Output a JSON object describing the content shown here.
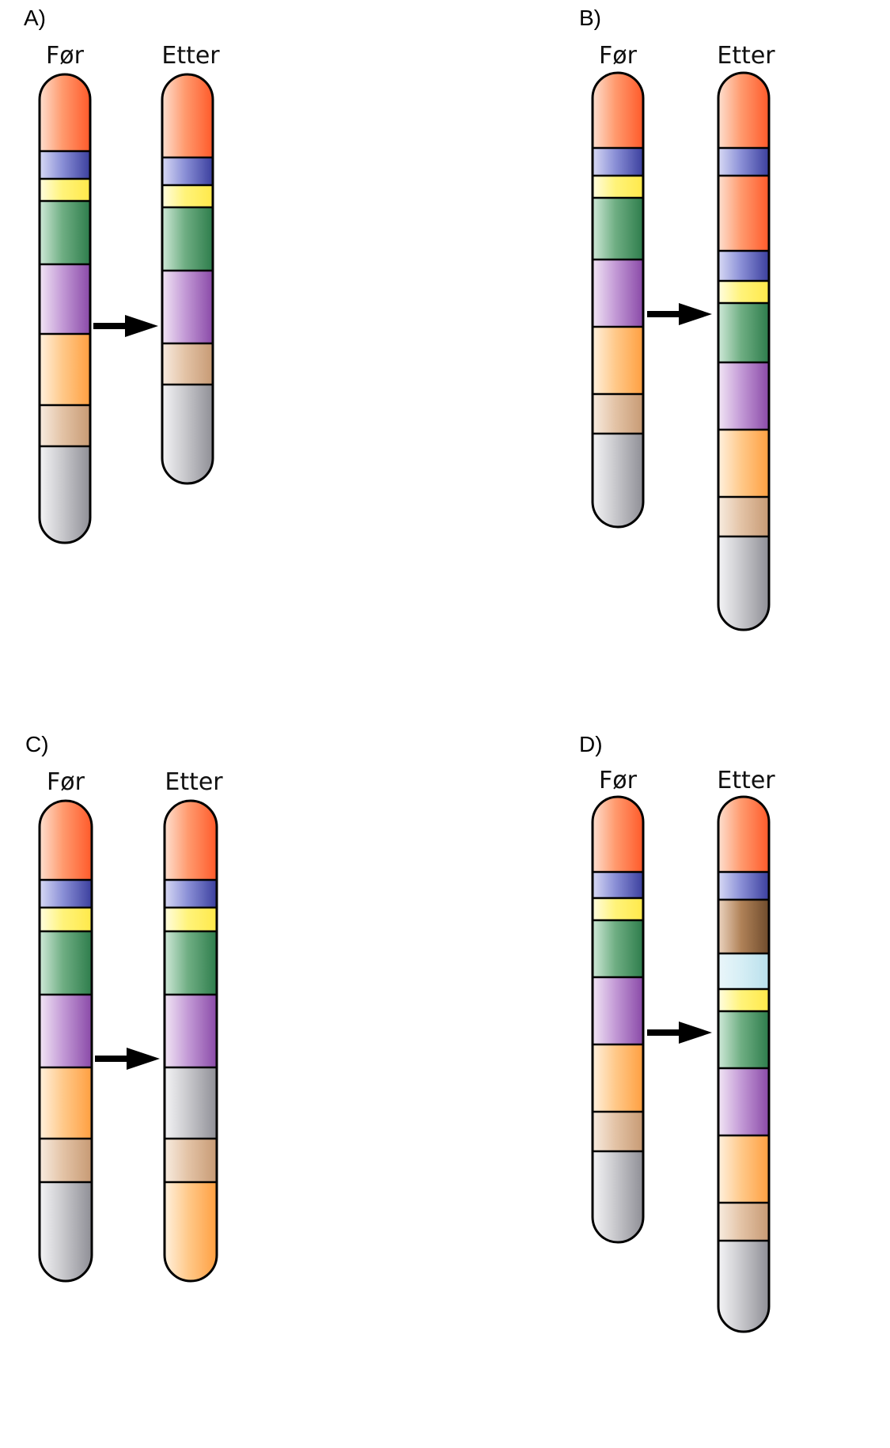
{
  "colors": {
    "red": [
      "#fde0d0",
      "#ff9a6e",
      "#ff5a2a"
    ],
    "blue": [
      "#d8daf5",
      "#8a8fd6",
      "#3b3f9e"
    ],
    "yellow": [
      "#fffde0",
      "#fff37a",
      "#ffe94a"
    ],
    "green": [
      "#cfe9d8",
      "#6fae83",
      "#2e7d4c"
    ],
    "purple": [
      "#f2e6f5",
      "#c39ad6",
      "#8a4aa8"
    ],
    "orange": [
      "#fff1de",
      "#ffc98a",
      "#ff9f40"
    ],
    "tan": [
      "#f8ece0",
      "#e3c3a6",
      "#c79a74"
    ],
    "gray": [
      "#f4f4f6",
      "#c8c8cc",
      "#8f8f96"
    ],
    "brown": [
      "#ecd4c0",
      "#b08258",
      "#6f4b2c"
    ],
    "lightblue": [
      "#eaf6fa",
      "#d6eef5",
      "#b9e0ec"
    ],
    "outline": "#000000"
  },
  "panels": [
    {
      "label": "A)",
      "before": {
        "label": "Før",
        "bands": [
          "red",
          "blue",
          "yellow",
          "green",
          "purple",
          "orange",
          "tan",
          "gray"
        ],
        "heights": [
          97,
          35,
          28,
          80,
          88,
          90,
          52,
          122
        ]
      },
      "after": {
        "label": "Etter",
        "bands": [
          "red",
          "blue",
          "yellow",
          "green",
          "purple",
          "tan",
          "gray"
        ],
        "heights": [
          105,
          35,
          28,
          80,
          92,
          52,
          125
        ]
      }
    },
    {
      "label": "B)",
      "before": {
        "label": "Før",
        "bands": [
          "red",
          "blue",
          "yellow",
          "green",
          "purple",
          "orange",
          "tan",
          "gray"
        ],
        "heights": [
          95,
          35,
          28,
          78,
          85,
          85,
          50,
          118
        ]
      },
      "after": {
        "label": "Etter",
        "bands": [
          "red",
          "blue",
          "red",
          "blue",
          "yellow",
          "green",
          "purple",
          "orange",
          "tan",
          "gray"
        ],
        "heights": [
          95,
          35,
          95,
          38,
          28,
          75,
          85,
          85,
          50,
          118
        ]
      }
    },
    {
      "label": "C)",
      "before": {
        "label": "Før",
        "bands": [
          "red",
          "blue",
          "yellow",
          "green",
          "purple",
          "orange",
          "tan",
          "gray"
        ],
        "heights": [
          100,
          35,
          30,
          80,
          92,
          90,
          55,
          125
        ]
      },
      "after": {
        "label": "Etter",
        "bands": [
          "red",
          "blue",
          "yellow",
          "green",
          "purple",
          "gray",
          "tan",
          "orange"
        ],
        "heights": [
          100,
          35,
          30,
          80,
          92,
          90,
          55,
          125
        ]
      }
    },
    {
      "label": "D)",
      "before": {
        "label": "Før",
        "bands": [
          "red",
          "blue",
          "yellow",
          "green",
          "purple",
          "orange",
          "tan",
          "gray"
        ],
        "heights": [
          95,
          33,
          28,
          72,
          85,
          85,
          50,
          115
        ]
      },
      "after": {
        "label": "Etter",
        "bands": [
          "red",
          "blue",
          "brown",
          "lightblue",
          "yellow",
          "green",
          "purple",
          "orange",
          "tan",
          "gray"
        ],
        "heights": [
          95,
          35,
          68,
          45,
          28,
          72,
          85,
          85,
          48,
          115
        ]
      }
    }
  ]
}
